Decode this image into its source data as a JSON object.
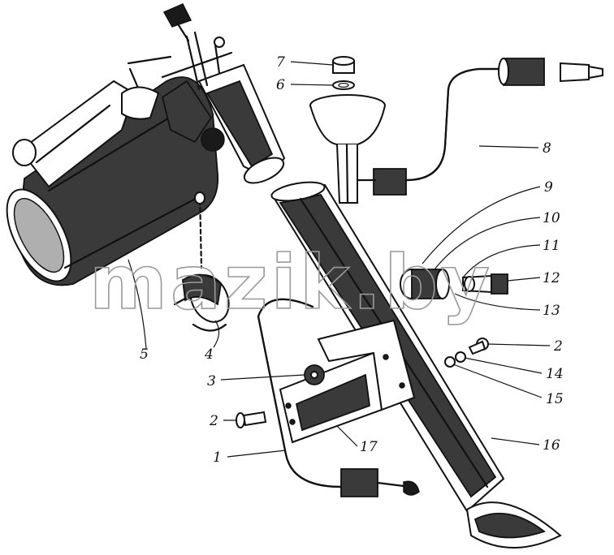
{
  "labels": {
    "l1": "1",
    "l2a": "2",
    "l2b": "2",
    "l3": "3",
    "l4": "4",
    "l5": "5",
    "l6": "6",
    "l7": "7",
    "l8": "8",
    "l9": "9",
    "l10": "10",
    "l11": "11",
    "l12": "12",
    "l13": "13",
    "l14": "14",
    "l15": "15",
    "l16": "16",
    "l17": "17"
  },
  "watermark": "mazik.by",
  "colors": {
    "ink": "#111111",
    "watermark": "#9a9a9a",
    "background": "#ffffff"
  }
}
